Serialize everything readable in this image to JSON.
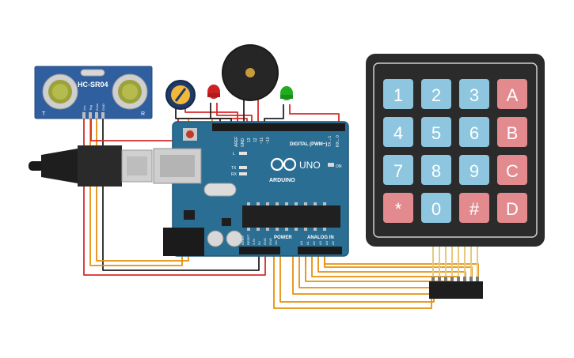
{
  "sensor": {
    "model": "HC-SR04",
    "corner_left": "T",
    "corner_right": "R",
    "pins": [
      "Vcc",
      "Trig",
      "Echo",
      "GND"
    ]
  },
  "arduino": {
    "brand": "ARDUINO",
    "model": "UNO",
    "digital_header": "DIGITAL (PWM~)",
    "power_header": "POWER",
    "analog_header": "ANALOG IN",
    "on_label": "ON",
    "l_label": "L",
    "tx_label": "TX",
    "rx_label": "RX",
    "tx1": "TX→1",
    "rx0": "RX←0",
    "pin_aref": "AREF",
    "pin_gnd": "GND",
    "pin_13": "13",
    "pin_12": "12",
    "pin_11": "~11",
    "pin_10": "~10",
    "power_pins": [
      "IOREF",
      "RESET",
      "3.3V",
      "5V",
      "GND",
      "GND",
      "Vin"
    ],
    "analog_pins": [
      "A0",
      "A1",
      "A2",
      "A3",
      "A4",
      "A5"
    ]
  },
  "keypad": {
    "keys": [
      [
        "1",
        "2",
        "3",
        "A"
      ],
      [
        "4",
        "5",
        "6",
        "B"
      ],
      [
        "7",
        "8",
        "9",
        "C"
      ],
      [
        "*",
        "0",
        "#",
        "D"
      ]
    ],
    "colors": {
      "number_key": "#8ec6e0",
      "letter_key": "#e38a8e",
      "frame": "#2b2b2b"
    }
  },
  "leds": {
    "left_color": "#cc2222",
    "right_color": "#22aa22"
  },
  "colors": {
    "board": "#2b6e93",
    "wire_red": "#d62b2b",
    "wire_black": "#222222",
    "wire_orange": "#e8900c"
  }
}
